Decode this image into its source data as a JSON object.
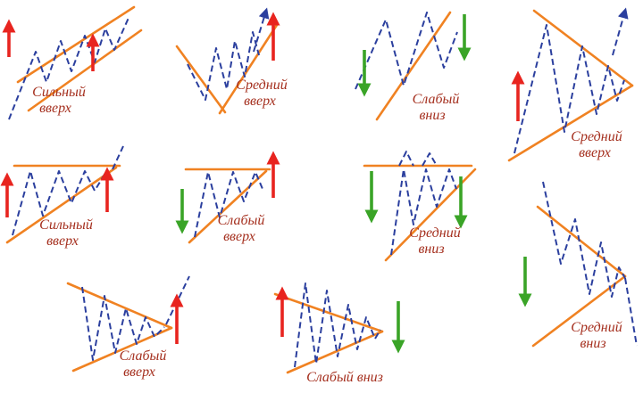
{
  "colors": {
    "bg": "#ffffff",
    "orange": "#f08222",
    "blue": "#2b3f9e",
    "red": "#e8241f",
    "green": "#3aa427",
    "label": "#a5301f"
  },
  "patterns": [
    {
      "id": "strong-up-1",
      "label_line1": "Сильный",
      "label_line2": "вверх"
    },
    {
      "id": "medium-up-1",
      "label_line1": "Средний",
      "label_line2": "вверх"
    },
    {
      "id": "weak-down-1",
      "label_line1": "Слабый",
      "label_line2": "вниз"
    },
    {
      "id": "medium-up-2",
      "label_line1": "Средний",
      "label_line2": "вверх"
    },
    {
      "id": "strong-up-2",
      "label_line1": "Сильный",
      "label_line2": "вверх"
    },
    {
      "id": "weak-up-1",
      "label_line1": "Слабый",
      "label_line2": "вверх"
    },
    {
      "id": "medium-down-1",
      "label_line1": "Средний",
      "label_line2": "вниз"
    },
    {
      "id": "medium-down-2",
      "label_line1": "Средний",
      "label_line2": "вниз"
    },
    {
      "id": "weak-up-2",
      "label_line1": "Слабый",
      "label_line2": "вверх"
    },
    {
      "id": "weak-down-2",
      "label_line1": "Слабый вниз",
      "label_line2": ""
    }
  ]
}
